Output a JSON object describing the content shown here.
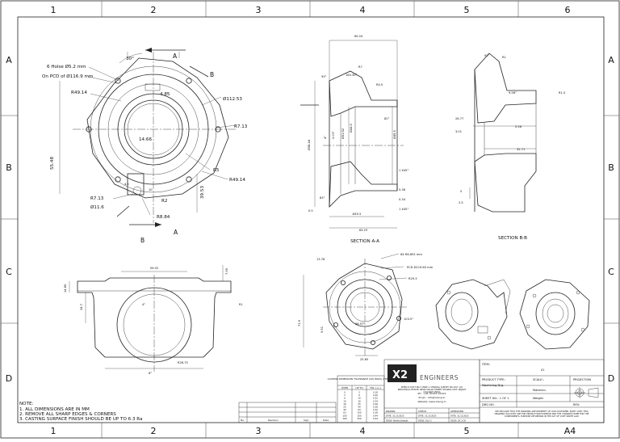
{
  "zones": {
    "cols": [
      "1",
      "2",
      "3",
      "4",
      "5",
      "6"
    ],
    "rows": [
      "A",
      "B",
      "C",
      "D"
    ]
  },
  "view_front": {
    "holes": "6 Holse Ø5.2 mm",
    "pcd": "On PCD of Ø116.9 mm",
    "angle": "30°",
    "r49": "R49.14",
    "r49b": "R49.14",
    "d112": "Ø112.53",
    "r713": "R7.13",
    "r713b": "R7.13",
    "d485": "4.85",
    "d1466": "14.66",
    "r5": "R5",
    "d5548": "55.48",
    "d3953": "39.53",
    "d116": "Ø11.6",
    "r2": "R2",
    "r884": "R8.84",
    "d45": "4.5",
    "d10": "10",
    "sec_a": "A",
    "sec_a2": "A",
    "sec_b": "B",
    "sec_b2": "B"
  },
  "section_aa": {
    "title": "SECTION A-A",
    "d6504": "65.04",
    "r7": "R7",
    "d93": "93°",
    "d165": "165.30°",
    "r45": "R4.5",
    "d5844": "Ø58.44",
    "d5162": "Ø51.62",
    "d445": "Ø44.5",
    "d455": "Ø45.5",
    "d203": "2.03°",
    "d4": "4°",
    "d83": "83°",
    "c1": "1 X45°",
    "c2": "1 X45°",
    "d538": "5.38",
    "d034": "0.34",
    "d05": "0.5",
    "d455b": "Ø45.5",
    "d6329": "63.29",
    "d82": "82°"
  },
  "section_bb": {
    "title": "SECTION B-B",
    "d91": "91°",
    "r1": "R1",
    "r15": "R1.5",
    "d956": "9.56°",
    "d2677": "26.77",
    "d301": "3.01",
    "d556": "5.56",
    "d3271": "32.71",
    "d5": "5",
    "d25": "2.5"
  },
  "view_side": {
    "d5992": "59.92",
    "d795": "7.95",
    "d1485": "14.85",
    "d347": "34.7",
    "d4": "4°",
    "r1": "R1",
    "r2875": "R28.75",
    "d6": "6°"
  },
  "view_iso": {
    "d1376": "13.76",
    "holes": "6X R6.892 mm",
    "pcd": "PCD Ø119.65 mm",
    "r293": "R29.3",
    "d719": "71.9",
    "d951": "9.51",
    "d5697": "56.97°",
    "d1035": "103.5°",
    "d2565": "25.65"
  },
  "notes": {
    "title": "NOTE:",
    "lines": [
      "1. ALL DIMENSIONS ARE IN MM",
      "2. REMOVE ALL SHARP EDGES & CORNERS",
      "3. CASTING SURFACE FINISH SHOULD BE UP TO 6.3 Ra"
    ]
  },
  "revision": {
    "headers": [
      "No.",
      "Revision",
      "Sign",
      "Date"
    ]
  },
  "tolerance": {
    "title": "CASTING DIMENSION TOLERANCE (ISO 8062) CT8 [MM]",
    "headers": [
      "OVER",
      "UP TO",
      "TOL (+/-)"
    ],
    "rows": [
      [
        "0",
        "3",
        "0.18"
      ],
      [
        "3",
        "6",
        "0.20"
      ],
      [
        "6",
        "10",
        "0.22"
      ],
      [
        "10",
        "16",
        "0.24"
      ],
      [
        "16",
        "25",
        "0.26"
      ],
      [
        "25",
        "40",
        "0.28"
      ],
      [
        "40",
        "63",
        "0.32"
      ],
      [
        "63",
        "100",
        "0.36"
      ],
      [
        "100",
        "160",
        "0.44"
      ],
      [
        "160",
        "250",
        "0.54"
      ]
    ]
  },
  "company": {
    "logo": "X2",
    "name": "ENGINEERS",
    "address": "SHED-8, PLOT NO-7 PART-1, VERAVAL SURVEY NO 22/7, JAY INDUSTRIAL ESTATE, NEAR SOLAR STREET SHAPAR, DIST. RAJKOT (GUJARAT) INDIA",
    "phone": "PH : +91 97252 XXXXX",
    "email": "Email : info@x2eng.in",
    "website": "Website: www.x2eng.in"
  },
  "approval": {
    "headers": [
      "DRAWN",
      "CHECK",
      "APPROVED"
    ],
    "row1": [
      "DATE: 31.10.2025",
      "DATE: 31.10.2025",
      "DATE: 31.10.2025"
    ],
    "row2": [
      "DSGN: Radha Sampat",
      "DSGN: DLA 3",
      "DSGN: ZA 3 CH"
    ]
  },
  "title_block": {
    "item_label": "ITEM:",
    "item_value": "01",
    "product_type_label": "PRODUCT TYPE:",
    "product_type_value": "Machining Drg.",
    "scale_label": "SCALE:-",
    "projection_label": "PROJECTION",
    "material_label": "Material:-",
    "sheet_label": "SHEET NO.: 1 OF 1",
    "weight_label": "Weight:",
    "drg_label": "DRG NO.",
    "rev_label": "REV:",
    "disclaimer": "WE DECLARE THAT THE DRAWING ARE PROPERTY OF OUR CUSTOMER. PARTY COPY. THIS DRAWING HAS WITH USE FOR PRODUCTION PURPOSE AND THE CHANGES DONE FOR THE COMPONENTS, PURPOSE WE REMAIN IN THE ACT OF COPY WRITE LAW.",
    "size": "A4"
  },
  "colors": {
    "line": "#222222",
    "hatch": "#666666",
    "paper": "#ffffff"
  }
}
